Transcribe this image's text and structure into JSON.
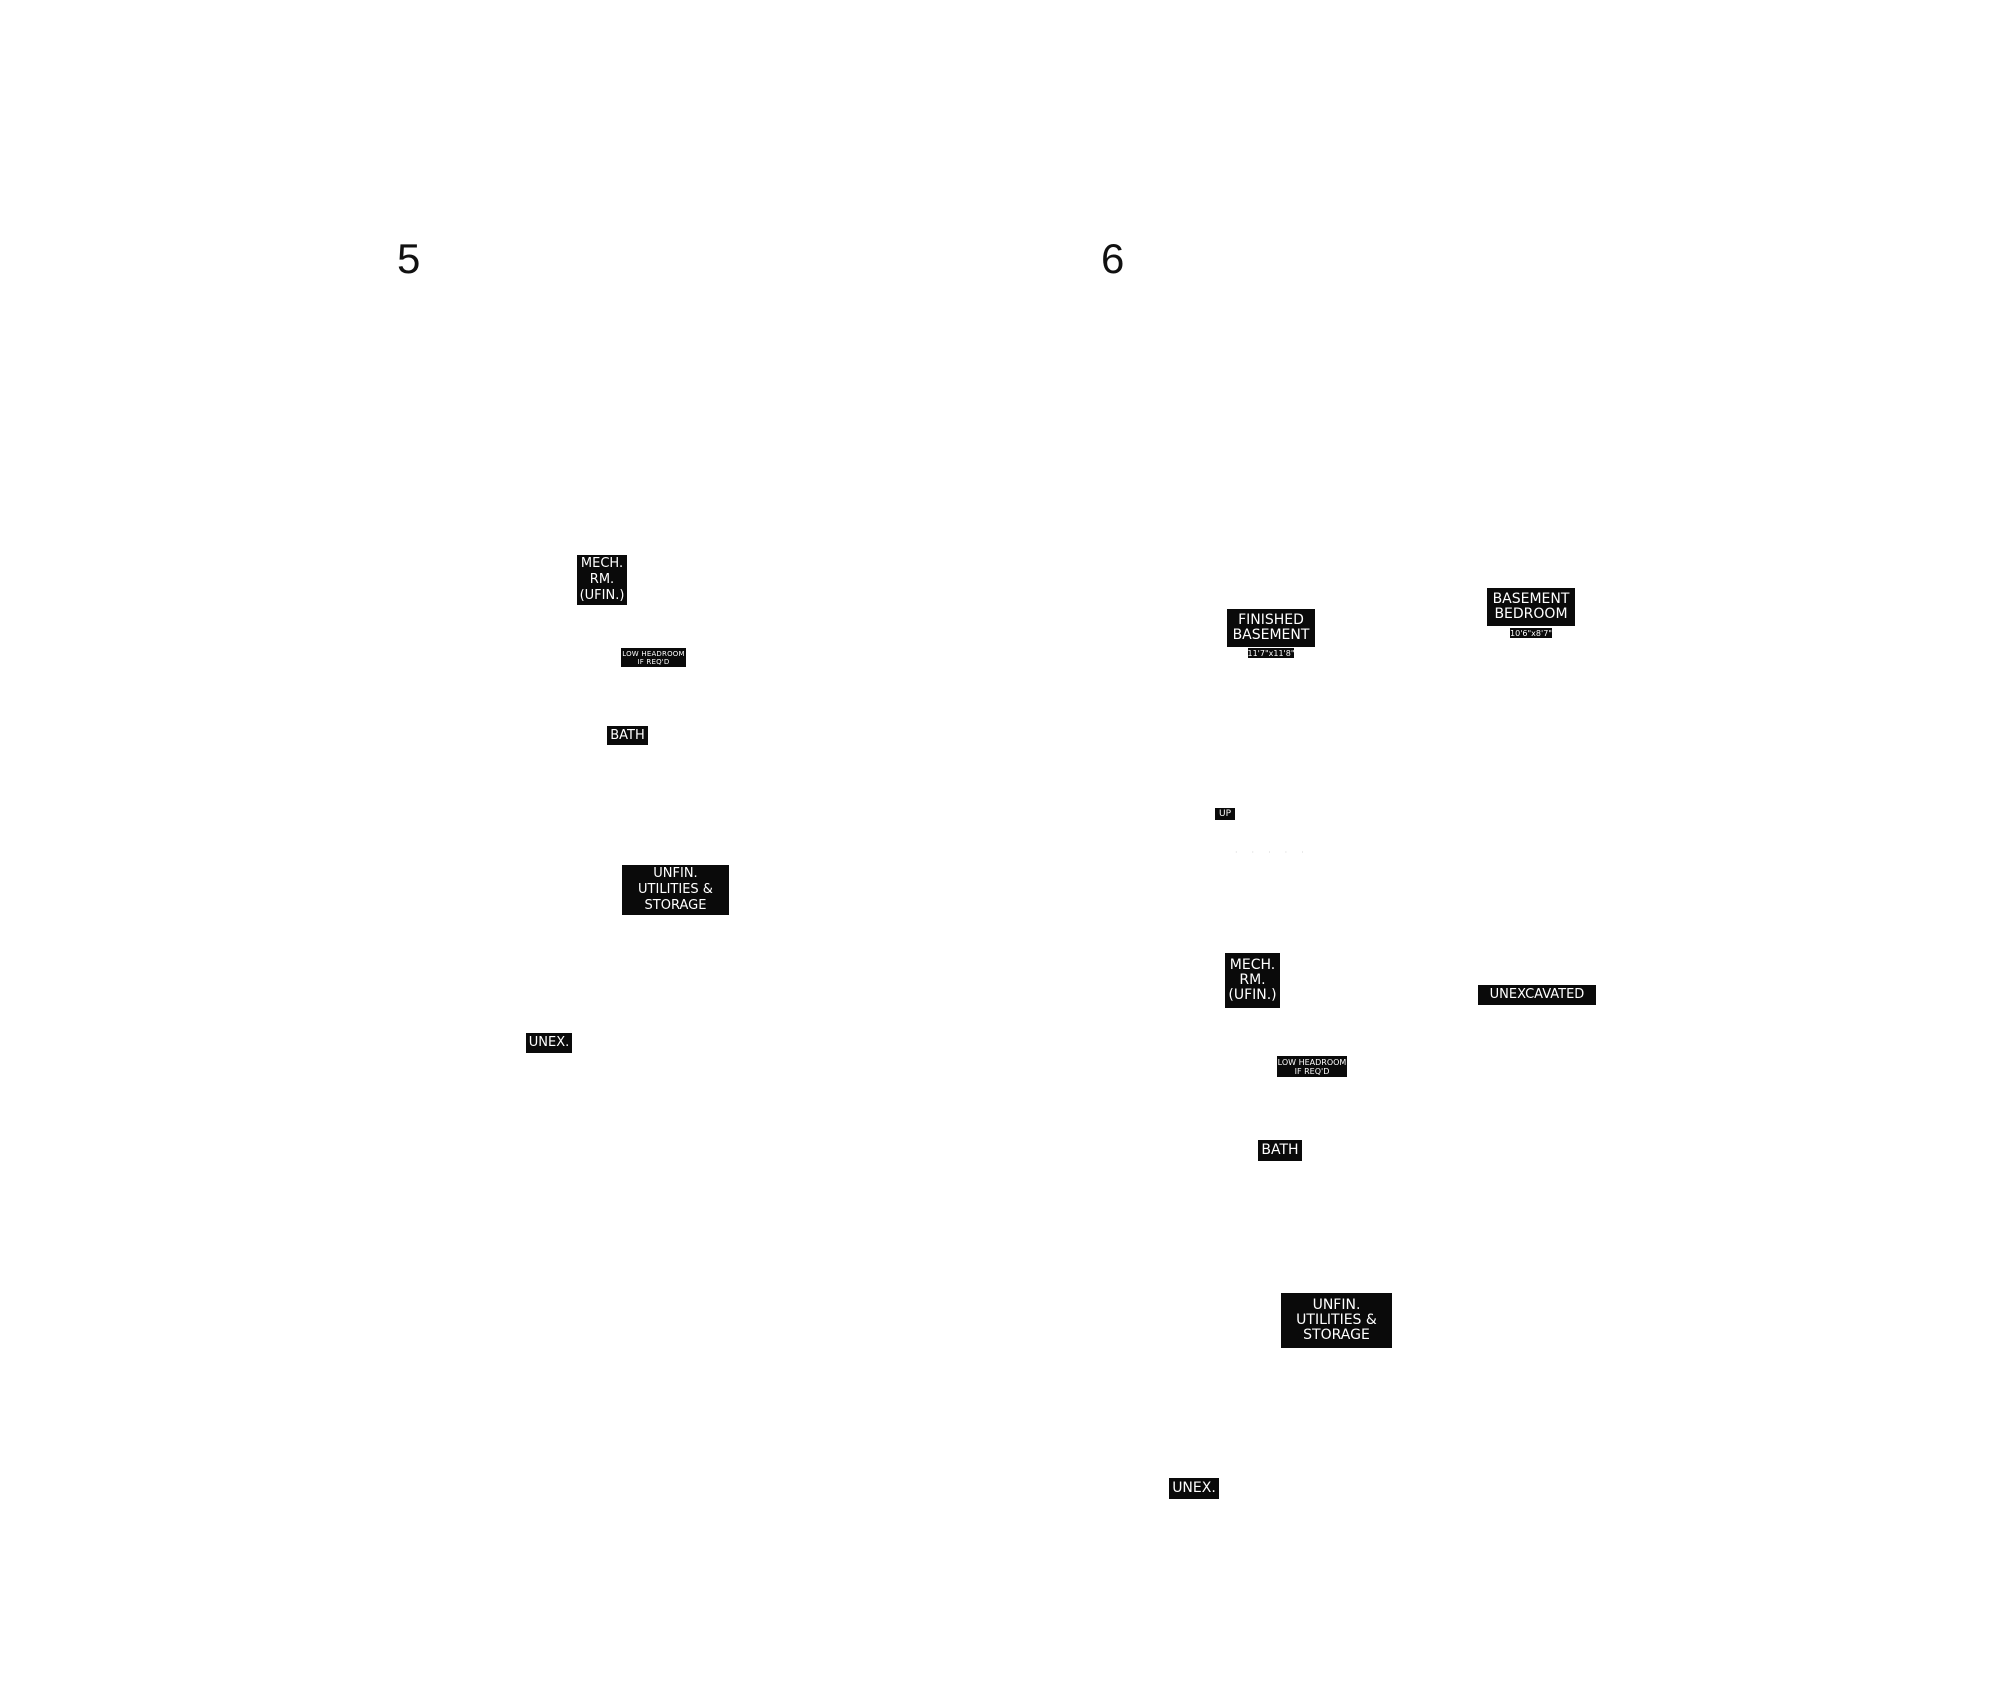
{
  "plan_5": {
    "number": "5",
    "labels": {
      "mech_room": "MECH.\nRM.\n(UFIN.)",
      "low_headroom": "LOW HEADROOM\nIF REQ'D",
      "bath": "BATH",
      "unfin_utilities": "UNFIN.\nUTILITIES &\nSTORAGE",
      "unex": "UNEX."
    }
  },
  "plan_6": {
    "number": "6",
    "labels": {
      "finished_basement": "FINISHED\nBASEMENT",
      "finished_basement_dim": "11'7\"x11'8\"",
      "basement_bedroom": "BASEMENT\nBEDROOM",
      "basement_bedroom_dim": "10'6\"x8'7\"",
      "up": "UP",
      "mech_room": "MECH.\nRM.\n(UFIN.)",
      "unexcavated": "UNEXCAVATED",
      "low_headroom": "LOW HEADROOM\nIF REQ'D",
      "bath": "BATH",
      "unfin_utilities": "UNFIN.\nUTILITIES &\nSTORAGE",
      "unex": "UNEX."
    }
  }
}
